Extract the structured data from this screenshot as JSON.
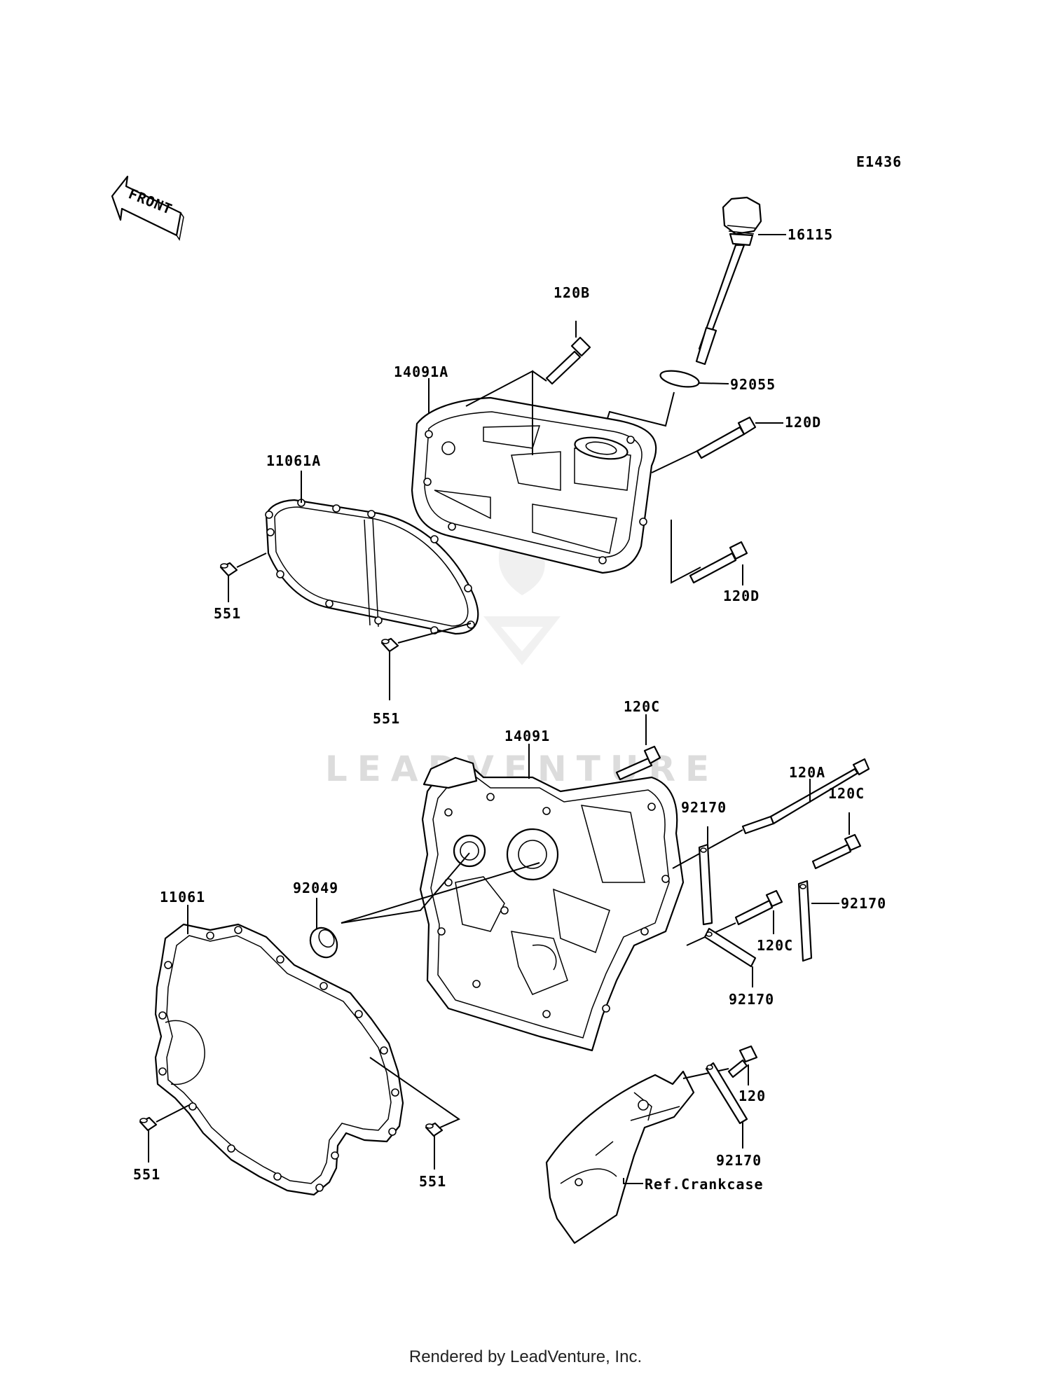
{
  "diagram_code": "E1436",
  "front_indicator": "FRONT",
  "watermark": "LEADVENTURE",
  "footer": "Rendered by LeadVenture, Inc.",
  "callouts": {
    "c16115": "16115",
    "c120B": "120B",
    "c14091A": "14091A",
    "c92055": "92055",
    "c120D_top": "120D",
    "c11061A": "11061A",
    "c551_a": "551",
    "c120D_low": "120D",
    "c551_b": "551",
    "c120C_top": "120C",
    "c14091": "14091",
    "c120A": "120A",
    "c92170_a": "92170",
    "c120C_mid": "120C",
    "c92049": "92049",
    "c92170_b": "92170",
    "c11061": "11061",
    "c120C_low": "120C",
    "c92170_c": "92170",
    "c120": "120",
    "c551_c": "551",
    "c551_d": "551",
    "c92170_d": "92170",
    "ref_crankcase": "Ref.Crankcase"
  }
}
